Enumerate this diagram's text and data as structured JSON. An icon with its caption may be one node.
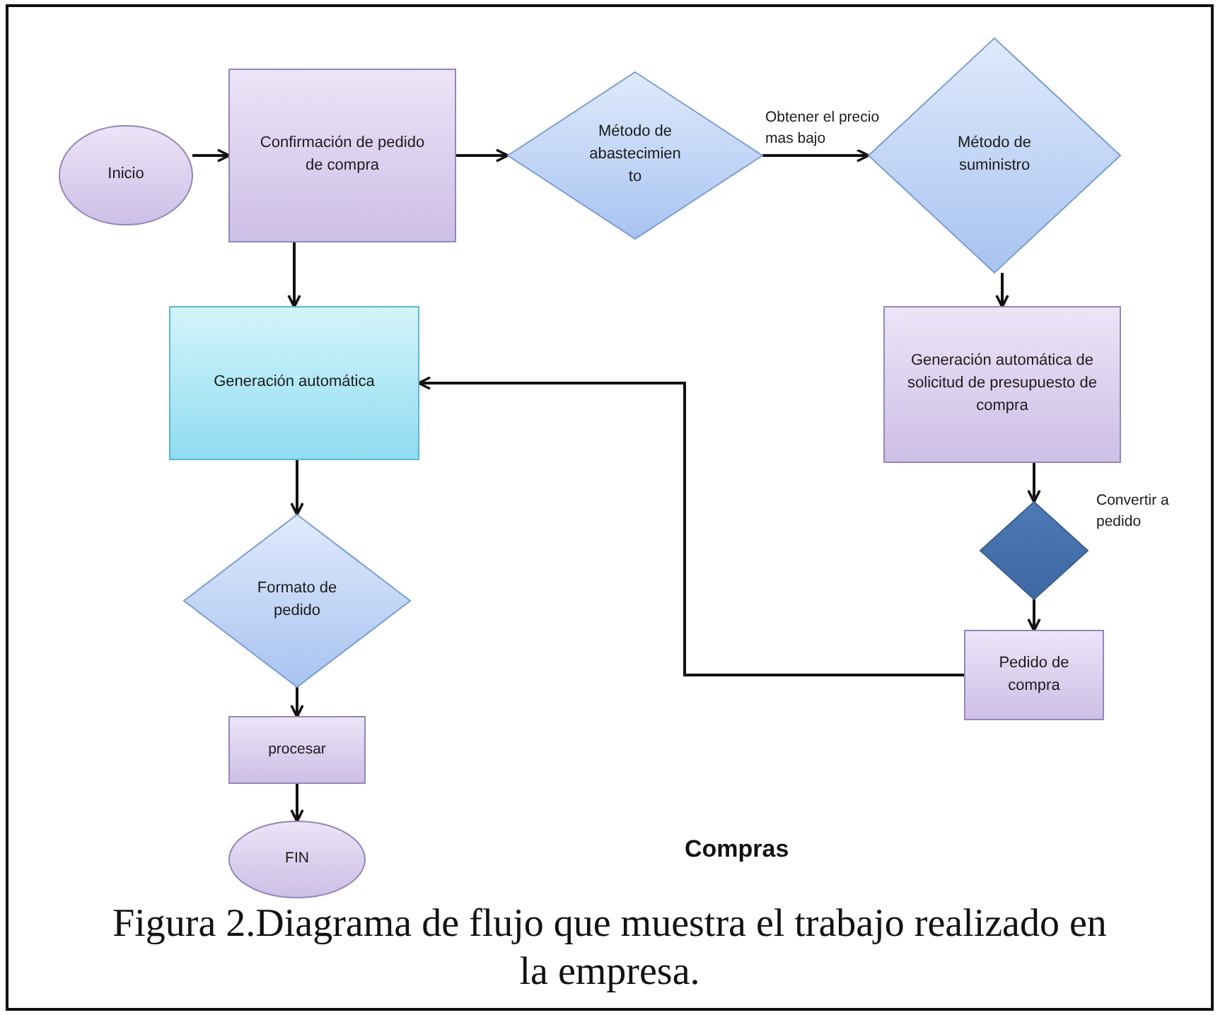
{
  "diagram": {
    "caption": "Figura 2.Diagrama de flujo que muestra el trabajo realizado en la empresa.",
    "nodes": [
      {
        "text": [
          "Inicio"
        ]
      },
      {
        "text": [
          "Confirmación de pedido de compra"
        ]
      },
      {
        "text": [
          "Método de abastecimien to"
        ]
      },
      {
        "text": [
          "Método de suministro"
        ]
      },
      {
        "text": [
          "Generación automática"
        ]
      },
      {
        "text": [
          "Generación automática de solicitud de presupuesto de compra"
        ]
      },
      {
        "text": [
          "Formato de pedido"
        ]
      },
      {
        "text": [],
        "shape": "diamond",
        "beside": [
          "Convertir a pedido"
        ]
      },
      {
        "text": [
          "Pedido de compra"
        ]
      },
      {
        "text": [
          "procesar"
        ]
      },
      {
        "text": [
          "FIN"
        ]
      }
    ],
    "edges": [
      {
        "from": 0,
        "to": 1,
        "arrow": "to"
      },
      {
        "from": 1,
        "to": 2,
        "arrow": "to"
      },
      {
        "from": 2,
        "to": 3,
        "arrow": "to",
        "label": "Obtener el precio mas bajo"
      },
      {
        "from": 1,
        "to": 4,
        "arrow": "to"
      },
      {
        "from": 3,
        "to": 5,
        "arrow": "to"
      },
      {
        "from": 4,
        "to": 6,
        "arrow": "to"
      },
      {
        "from": 5,
        "to": 7,
        "arrow": "to"
      },
      {
        "from": 7,
        "to": 8,
        "arrow": "to"
      },
      {
        "from": 8,
        "to": 4,
        "arrow": "to"
      },
      {
        "from": 6,
        "to": 9,
        "arrow": "to"
      },
      {
        "from": 9,
        "to": 10,
        "arrow": "to"
      }
    ],
    "labels": [
      "Compras"
    ]
  }
}
